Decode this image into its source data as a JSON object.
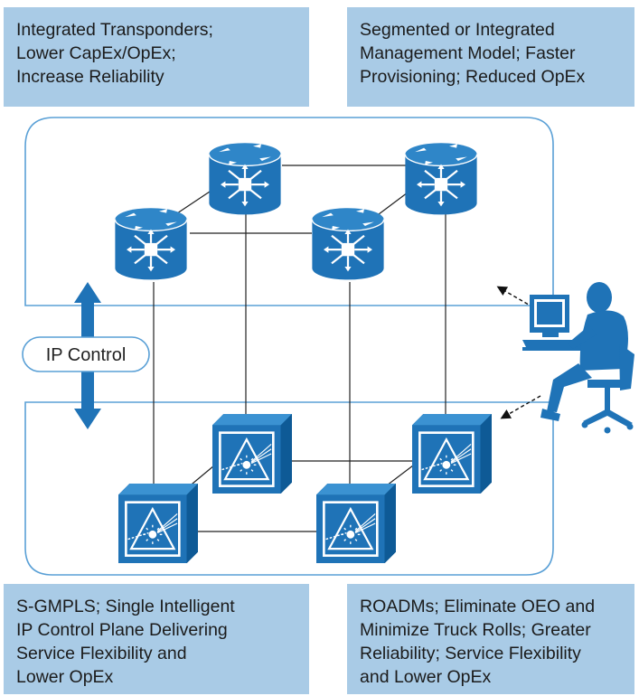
{
  "callouts": {
    "top_left": [
      "Integrated Transponders;",
      "Lower CapEx/OpEx;",
      "Increase Reliability"
    ],
    "top_right": [
      "Segmented or Integrated",
      "Management Model; Faster",
      "Provisioning; Reduced OpEx"
    ],
    "bottom_left": [
      "S-GMPLS; Single Intelligent",
      "IP Control Plane Delivering",
      "Service Flexibility and",
      "Lower OpEx"
    ],
    "bottom_right": [
      "ROADMs; Eliminate OEO and",
      "Minimize Truck Rolls; Greater",
      "Reliability; Service Flexibility",
      "and Lower OpEx"
    ]
  },
  "ip_control_label": "IP Control",
  "colors": {
    "callout_bg": "#a9cbe6",
    "device_blue": "#1f73b7",
    "device_dark": "#0c4f86",
    "layer_border": "#5aa0d6",
    "arrow_blue": "#1f73b7"
  },
  "icons": {
    "router": "router-icon",
    "roadm": "optical-switch-icon",
    "operator": "operator-workstation-icon"
  }
}
